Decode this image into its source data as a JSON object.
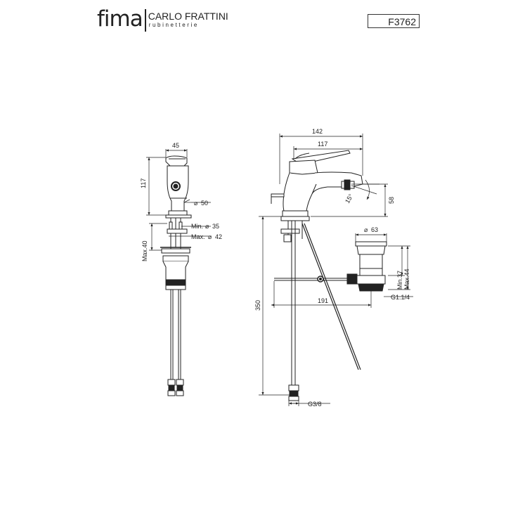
{
  "brand": {
    "name": "fima",
    "maker": "CARLO FRATTINI",
    "maker_sub": "rubinetterie"
  },
  "product_code": "F3762",
  "dimensions": {
    "width_45": "45",
    "height_117": "117",
    "diam_50": "50",
    "min_35": "Min.",
    "min_35_val": "35",
    "max_42": "Max.",
    "max_42_val": "42",
    "max_40": "Max.40",
    "len_350": "350",
    "len_142": "142",
    "len_117": "117",
    "angle_15": "15°",
    "h_58": "58",
    "diam_63": "63",
    "min_37": "Min.37",
    "max_44": "Max.44",
    "len_191": "191",
    "g114": "G1.1/4",
    "g38": "G3/8"
  }
}
